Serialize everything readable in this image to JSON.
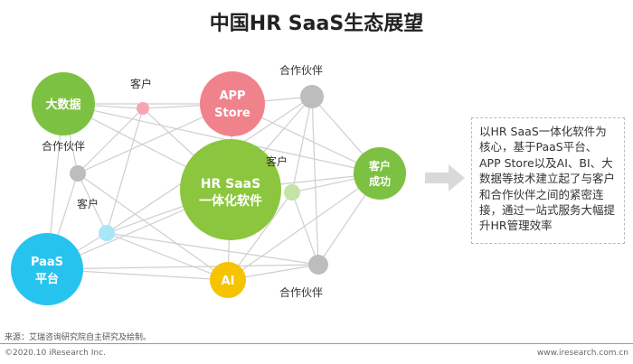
{
  "title": "中国HR SaaS生态展望",
  "nodes": {
    "big_data": "大数据",
    "app_store": [
      "APP",
      "Store"
    ],
    "hr_saas": [
      "HR SaaS",
      "一体化软件"
    ],
    "customer_success": [
      "客户",
      "成功"
    ],
    "paas": [
      "PaaS",
      "平台"
    ],
    "ai": "AI"
  },
  "satellites": {
    "customer_top": "客户",
    "partner_top": "合作伙伴",
    "partner_left": "合作伙伴",
    "customer_left": "客户",
    "customer_right": "客户",
    "partner_bottom": "合作伙伴"
  },
  "description": "以HR SaaS一体化软件为核心，基于PaaS平台、APP Store以及AI、BI、大数据等技术建立起了与客户和合作伙伴之间的紧密连接，通过一站式服务大幅提升HR管理效率",
  "footer": {
    "source": "来源：艾瑞咨询研究院自主研究及绘制。",
    "copyright": "©2020.10 iResearch Inc.",
    "website": "www.iresearch.com.cn"
  },
  "colors": {
    "green": "#7dc142",
    "pink": "#f0828c",
    "blue": "#27c3ef",
    "yellow": "#f6c300",
    "gray": "#bdbdbd",
    "light_pink": "#f6a6b0",
    "light_green": "#c4e3a6",
    "light_blue": "#a9e6f8"
  }
}
